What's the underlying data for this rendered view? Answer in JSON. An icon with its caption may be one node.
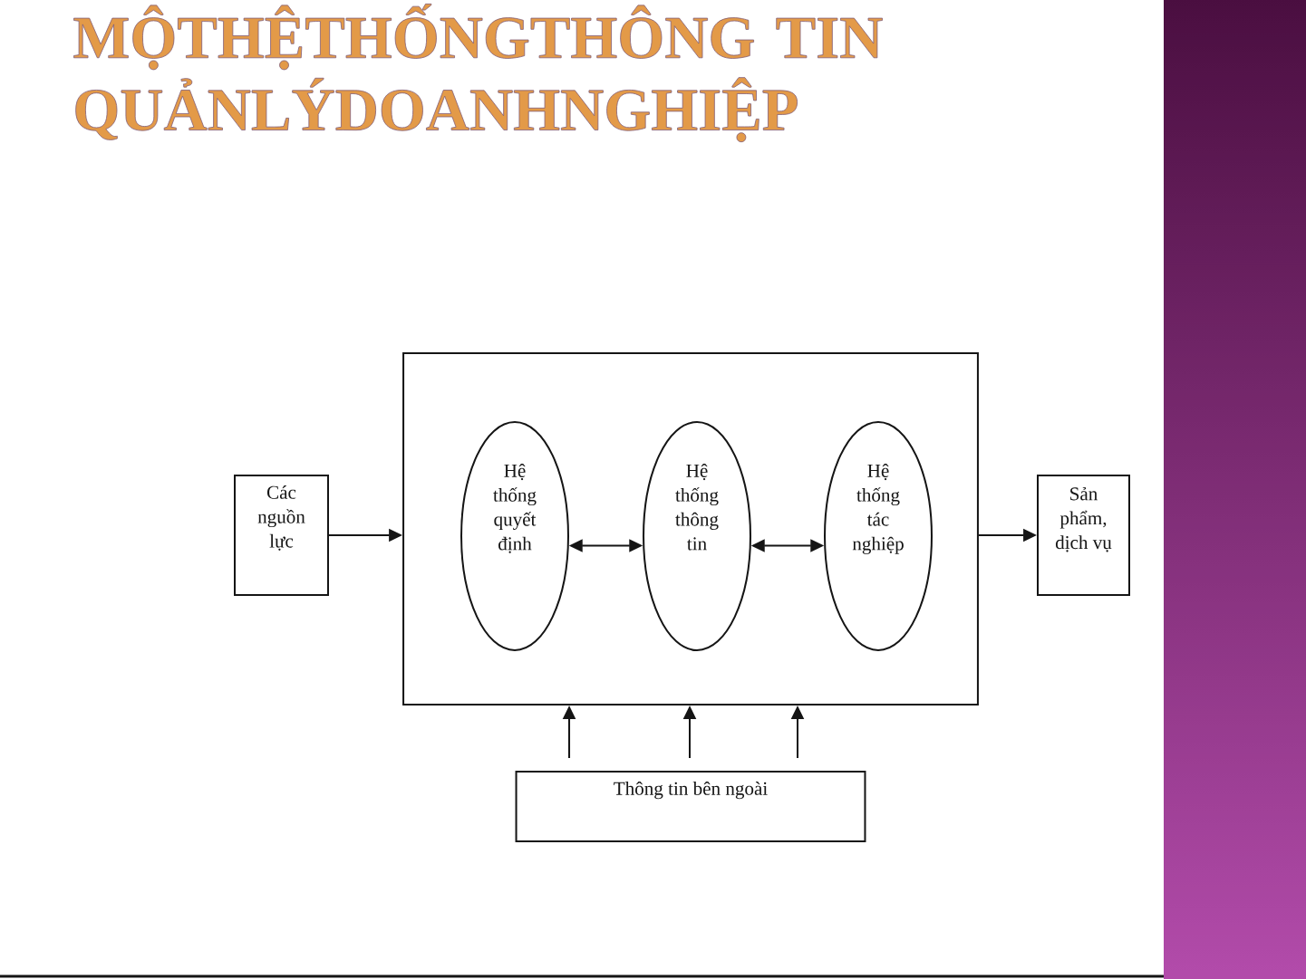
{
  "diagram": {
    "title": "MỘTHỆTHỐNGTHÔNG TIN QUẢNLÝDOANHNGHIỆP",
    "nodes": [
      {
        "text": [
          "Các nguồn lực"
        ]
      },
      {
        "text": [],
        "shape": "box"
      },
      {
        "text": [
          "Hệ thống quyết định"
        ],
        "in": 1
      },
      {
        "text": [
          "Hệ thống thông tin"
        ],
        "in": 1
      },
      {
        "text": [
          "Hệ thống tác nghiệp"
        ],
        "in": 1
      },
      {
        "text": [
          "Sản phẩm, dịch vụ"
        ]
      },
      {
        "text": [
          "Thông tin bên ngoài"
        ]
      }
    ],
    "edges": [
      {
        "from": 0,
        "to": 1,
        "arrow": "to"
      },
      {
        "from": 2,
        "to": 3,
        "arrow": "both"
      },
      {
        "from": 3,
        "to": 4,
        "arrow": "both"
      },
      {
        "from": 1,
        "to": 5,
        "arrow": "to"
      },
      {
        "from": 6,
        "to": 1,
        "arrow": "to"
      },
      {
        "from": 6,
        "to": 1,
        "arrow": "to"
      },
      {
        "from": 6,
        "to": 1,
        "arrow": "to"
      }
    ]
  }
}
